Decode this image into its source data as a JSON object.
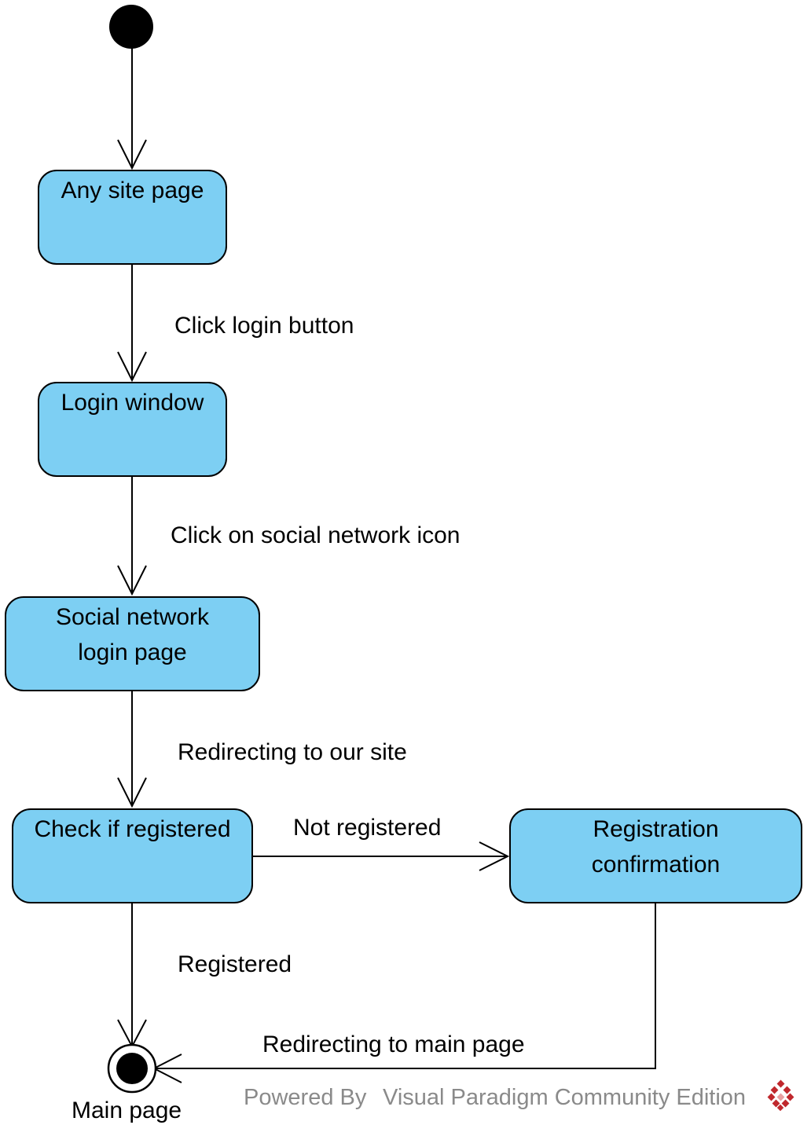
{
  "states": {
    "any_site_page": "Any site page",
    "login_window": "Login window",
    "social_network_login_line1": "Social network",
    "social_network_login_line2": "login page",
    "check_if_registered": "Check if registered",
    "registration_confirmation_line1": "Registration",
    "registration_confirmation_line2": "confirmation",
    "final_state_label": "Main page"
  },
  "transitions": {
    "click_login_button": "Click login button",
    "click_social_icon": "Click on social network icon",
    "redirecting_to_site": "Redirecting to our site",
    "not_registered": "Not registered",
    "registered": "Registered",
    "redirecting_to_main": "Redirecting to main page"
  },
  "watermark": {
    "powered_by": "Powered By",
    "product": "Visual Paradigm Community Edition"
  },
  "colors": {
    "state_fill": "#7dcff3",
    "stroke": "#000000",
    "watermark_text": "#8a8a8a",
    "logo_red": "#c0282d"
  }
}
